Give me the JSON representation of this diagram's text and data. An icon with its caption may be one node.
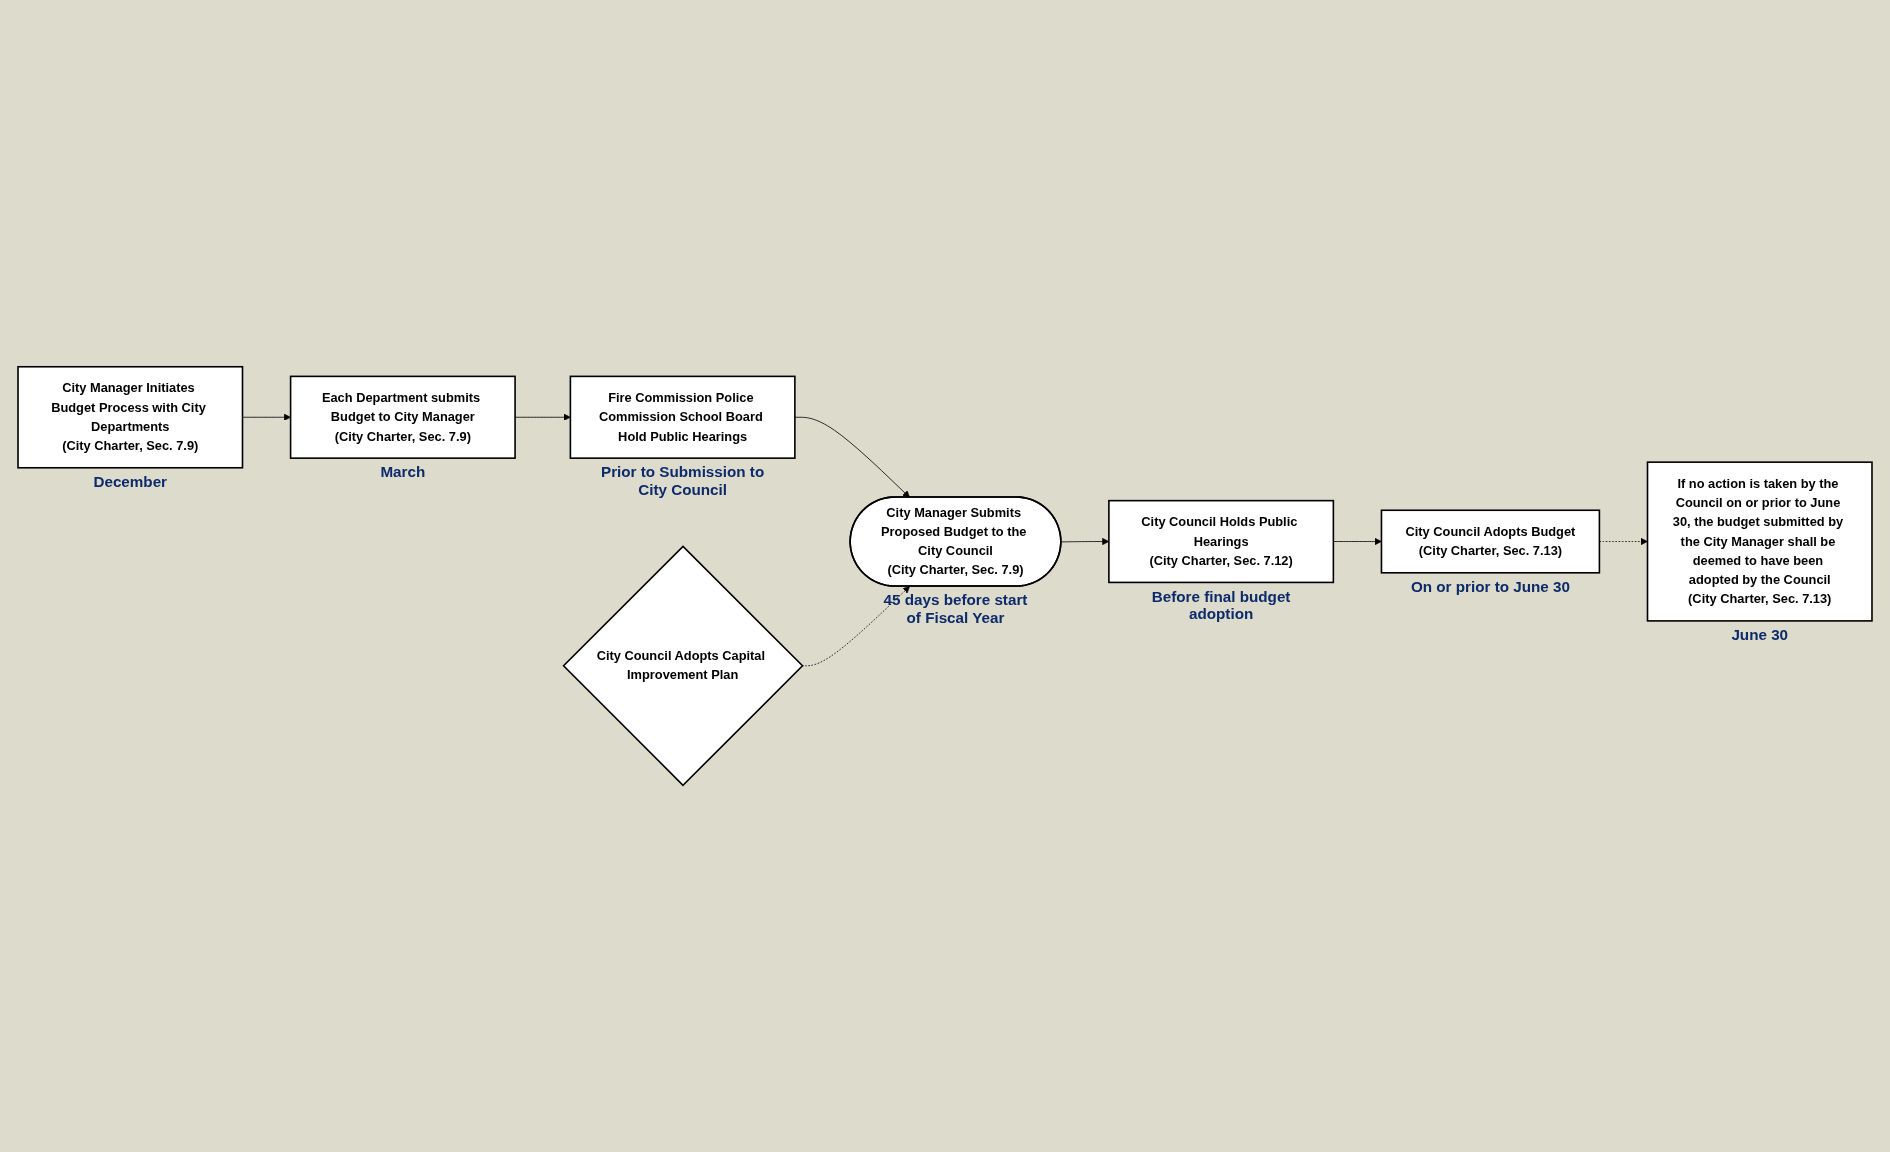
{
  "diagram": {
    "nodes": [
      {
        "text": [
          "City Manager Initiates Budget Process with City Departments",
          "(City Charter, Sec. 7.9)"
        ],
        "beside": [
          "December"
        ]
      },
      {
        "text": [
          "Each Department submits Budget to City Manager",
          "(City Charter, Sec. 7.9)"
        ],
        "beside": [
          "March"
        ]
      },
      {
        "text": [
          "Fire Commission Police Commission School Board Hold Public Hearings"
        ],
        "beside": [
          "Prior to Submission to City Council"
        ]
      },
      {
        "text": [
          "City Manager Submits Proposed Budget to the City Council",
          "(City Charter, Sec. 7.9)"
        ],
        "beside": [
          "45 days before start of Fiscal Year"
        ]
      },
      {
        "text": [
          "City Council Holds Public Hearings",
          "(City Charter, Sec. 7.12)"
        ],
        "beside": [
          "Before final budget adoption"
        ]
      },
      {
        "text": [
          "City Council Adopts Budget",
          "(City Charter, Sec. 7.13)"
        ],
        "beside": [
          "On or prior to June 30"
        ]
      },
      {
        "text": [
          "City Council Adopts Capital Improvement Plan"
        ]
      },
      {
        "text": [
          "If no action is taken by the Council on or prior to June 30, the budget submitted by the City Manager shall be deemed to have been adopted by the Council",
          "(City Charter, Sec. 7.13)"
        ],
        "beside": [
          "June 30"
        ]
      }
    ],
    "edges": [
      {
        "from": 0,
        "to": 1,
        "arrow": "to"
      },
      {
        "from": 1,
        "to": 2,
        "arrow": "to"
      },
      {
        "from": 2,
        "to": 3,
        "arrow": "to"
      },
      {
        "from": 3,
        "to": 4,
        "arrow": "to"
      },
      {
        "from": 4,
        "to": 5,
        "arrow": "to"
      },
      {
        "from": 5,
        "to": 7,
        "arrow": "to",
        "style": "dashed"
      },
      {
        "from": 6,
        "to": 3,
        "arrow": "to",
        "style": "dashed"
      }
    ]
  }
}
